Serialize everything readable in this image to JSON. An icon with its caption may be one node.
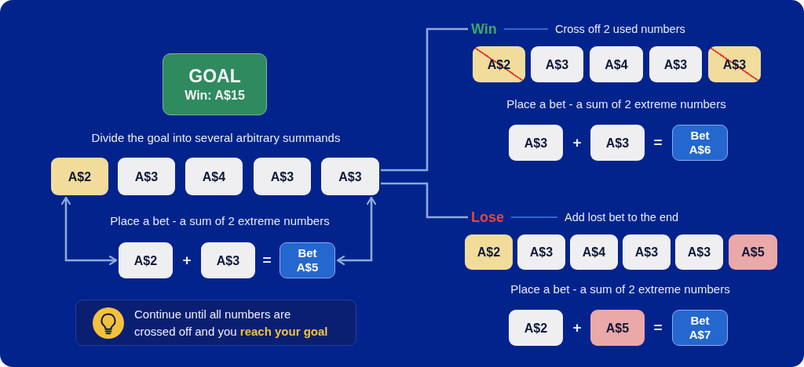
{
  "diagram": {
    "nodes": [
      {
        "text": [
          "GOAL",
          "Win: A$15"
        ]
      },
      {
        "text": [
          "A$2"
        ]
      },
      {
        "text": [
          "A$3"
        ]
      },
      {
        "text": [
          "A$4"
        ]
      },
      {
        "text": [
          "A$3"
        ]
      },
      {
        "text": [
          "A$3"
        ]
      },
      {
        "text": [
          "A$2"
        ]
      },
      {
        "text": [
          "A$3"
        ]
      },
      {
        "text": [
          "Bet A$5"
        ]
      },
      {
        "text": [
          "Continue until all numbers are crossed off and you **reach your goal**"
        ]
      },
      {
        "text": [
          "Win"
        ]
      },
      {
        "text": [
          "Cross off 2 used numbers"
        ]
      },
      {
        "text": [
          "A$2"
        ]
      },
      {
        "text": [
          "A$3"
        ]
      },
      {
        "text": [
          "A$4"
        ]
      },
      {
        "text": [
          "A$3"
        ]
      },
      {
        "text": [
          "A$3"
        ]
      },
      {
        "text": [
          "A$3"
        ]
      },
      {
        "text": [
          "A$3"
        ]
      },
      {
        "text": [
          "Bet A$6"
        ]
      },
      {
        "text": [
          "Lose"
        ]
      },
      {
        "text": [
          "Add lost bet to the end"
        ]
      },
      {
        "text": [
          "A$2"
        ]
      },
      {
        "text": [
          "A$3"
        ]
      },
      {
        "text": [
          "A$4"
        ]
      },
      {
        "text": [
          "A$3"
        ]
      },
      {
        "text": [
          "A$3"
        ]
      },
      {
        "text": [
          "A$5"
        ]
      },
      {
        "text": [
          "A$2"
        ]
      },
      {
        "text": [
          "A$5"
        ]
      },
      {
        "text": [
          "Bet A$7"
        ]
      }
    ],
    "edges": [
      {
        "from": 1,
        "to": 6,
        "arrow": "both"
      },
      {
        "from": 8,
        "to": 5,
        "arrow": "both"
      },
      {
        "from": 5,
        "to": 10,
        "arrow": "none"
      },
      {
        "from": 5,
        "to": 20,
        "arrow": "none"
      },
      {
        "from": 10,
        "to": 11,
        "arrow": "none",
        "color": "#2c6ad0"
      },
      {
        "from": 20,
        "to": 21,
        "arrow": "none",
        "color": "#2c6ad0"
      }
    ],
    "labels": [
      "Divide the goal into several arbitrary summands",
      "Place a bet - a sum of 2 extreme numbers",
      "+",
      "=",
      "Place a bet - a sum of 2 extreme numbers",
      "+",
      "=",
      "Place a bet - a sum of 2 extreme numbers",
      "+",
      "="
    ]
  }
}
